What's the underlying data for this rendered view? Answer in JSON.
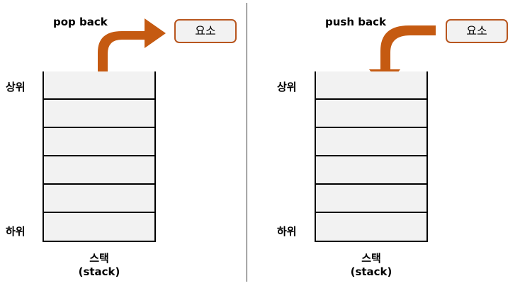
{
  "panels": [
    {
      "title": "pop back",
      "element_label": "요소",
      "arrow_direction": "out",
      "top_label": "상위",
      "bottom_label": "하위",
      "caption_line1": "스택",
      "caption_line2": "(stack)"
    },
    {
      "title": "push back",
      "element_label": "요소",
      "arrow_direction": "in",
      "top_label": "상위",
      "bottom_label": "하위",
      "caption_line1": "스택",
      "caption_line2": "(stack)"
    }
  ],
  "colors": {
    "arrow": "#c55a11",
    "element_border": "#b8561f",
    "stack_fill": "#f2f2f2",
    "divider": "#3a3a3a"
  }
}
